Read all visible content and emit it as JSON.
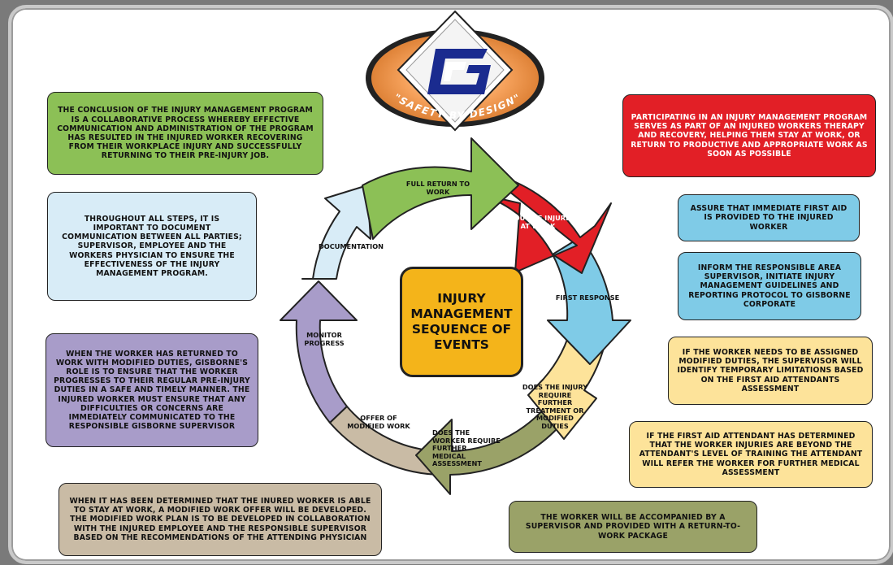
{
  "logo": {
    "mark": "G",
    "slogan": "\"SAFETY BY DESIGN\""
  },
  "center": {
    "title": "INJURY MANAGEMENT SEQUENCE OF EVENTS"
  },
  "steps": {
    "full_return": "FULL RETURN TO WORK",
    "injured": "IF YOU ARE INJURED AT WORK",
    "first_response": "FIRST RESPONSE",
    "does_injury": "DOES THE INJURY REQUIRE FURTHER TREATMENT OR MODIFIED DUTIES",
    "does_worker": "DOES THE WORKER REQUIRE FURTHER MEDICAL ASSESSMENT",
    "offer": "OFFER OF MODIFIED WORK",
    "monitor": "MONITOR PROGRESS",
    "documentation": "DOCUMENTATION"
  },
  "boxes": {
    "conclusion": "THE CONCLUSION OF THE INJURY MANAGEMENT PROGRAM IS A COLLABORATIVE PROCESS WHEREBY EFFECTIVE COMMUNICATION AND ADMINISTRATION OF THE PROGRAM HAS RESULTED IN THE INJURED WORKER RECOVERING FROM THEIR WORKPLACE INJURY AND SUCCESSFULLY RETURNING TO THEIR PRE-INJURY JOB.",
    "throughout": "THROUGHOUT ALL STEPS, IT IS IMPORTANT TO DOCUMENT COMMUNICATION BETWEEN ALL PARTIES; SUPERVISOR, EMPLOYEE AND THE WORKERS PHYSICIAN TO ENSURE THE EFFECTIVENESS OF THE INJURY MANAGEMENT PROGRAM.",
    "returned": "WHEN THE WORKER HAS RETURNED TO WORK WITH MODIFIED DUTIES, GISBORNE'S ROLE IS TO ENSURE THAT THE WORKER PROGRESSES TO THEIR REGULAR PRE-INJURY DUTIES IN A SAFE AND TIMELY MANNER. THE INJURED WORKER MUST ENSURE THAT ANY DIFFICULTIES OR CONCERNS ARE IMMEDIATELY COMMUNICATED TO THE RESPONSIBLE GISBORNE SUPERVISOR",
    "determined": "WHEN IT HAS BEEN DETERMINED THAT THE INURED WORKER IS ABLE TO STAY AT WORK, A MODIFIED WORK OFFER WILL BE DEVELOPED. THE MODIFIED WORK PLAN IS TO BE DEVELOPED IN COLLABORATION WITH THE INJURED EMPLOYEE AND THE RESPONSIBLE SUPERVISOR BASED ON THE RECOMMENDATIONS OF THE ATTENDING PHYSICIAN",
    "participating": "PARTICIPATING IN AN INJURY MANAGEMENT PROGRAM SERVES AS PART OF AN INJURED WORKERS THERAPY AND RECOVERY, HELPING THEM STAY AT WORK, OR RETURN TO PRODUCTIVE AND APPROPRIATE WORK AS SOON AS POSSIBLE",
    "first_aid": "ASSURE THAT IMMEDIATE FIRST AID IS PROVIDED TO THE INJURED WORKER",
    "inform": "INFORM THE RESPONSIBLE AREA SUPERVISOR, INITIATE INJURY MANAGEMENT GUIDELINES AND REPORTING PROTOCOL TO GISBORNE CORPORATE",
    "modified": "IF THE WORKER NEEDS TO BE ASSIGNED MODIFIED DUTIES, THE SUPERVISOR WILL IDENTIFY TEMPORARY LIMITATIONS BASED ON THE FIRST AID ATTENDANTS ASSESSMENT",
    "attendant": "IF THE FIRST AID ATTENDANT HAS DETERMINED THAT THE WORKER INJURIES ARE BEYOND THE ATTENDANT'S LEVEL OF TRAINING THE ATTENDANT WILL REFER THE WORKER FOR FURTHER MEDICAL ASSESSMENT",
    "accompanied": "THE WORKER WILL BE ACCOMPANIED BY A SUPERVISOR AND PROVIDED WITH A RETURN-TO-WORK PACKAGE"
  },
  "colors": {
    "green": "#8cc056",
    "red": "#e21f26",
    "blue": "#7fcbe7",
    "light_blue": "#d8ecf7",
    "purple": "#a89cc9",
    "tan": "#c9bba5",
    "yellow": "#fde39a",
    "olive": "#9aa268",
    "orange": "#f4b41a"
  }
}
